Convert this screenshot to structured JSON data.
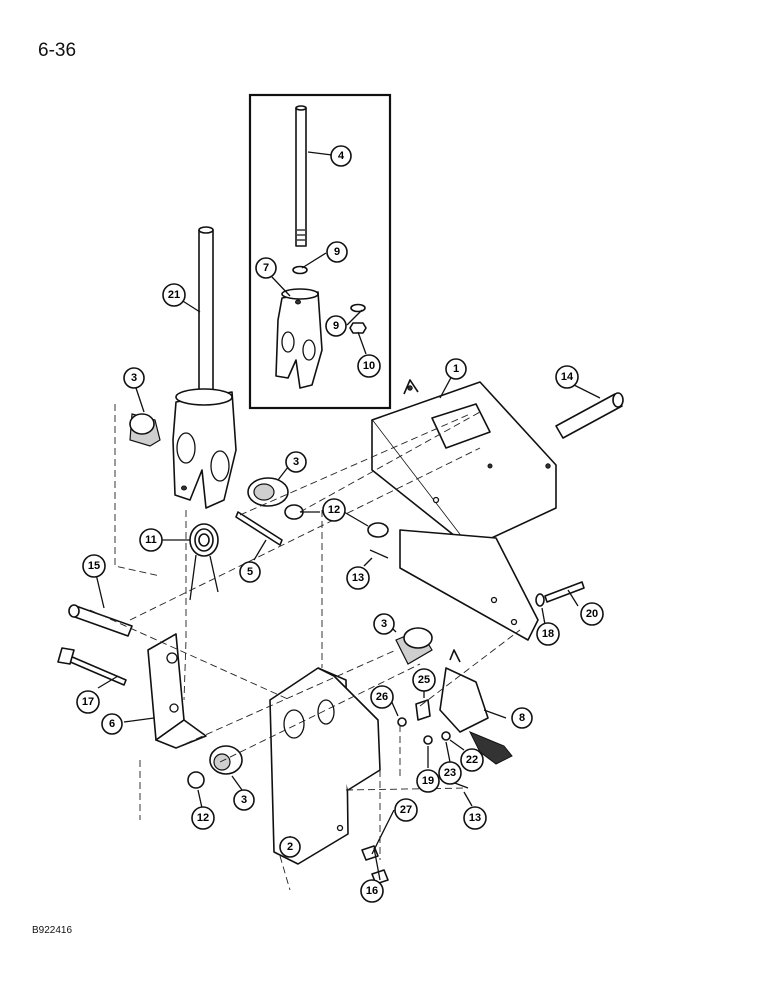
{
  "page_number": "6-36",
  "figure_code": "B922416",
  "callouts": [
    {
      "id": "c4",
      "label": "4"
    },
    {
      "id": "c9a",
      "label": "9"
    },
    {
      "id": "c7",
      "label": "7"
    },
    {
      "id": "c9b",
      "label": "9"
    },
    {
      "id": "c10",
      "label": "10"
    },
    {
      "id": "c21",
      "label": "21"
    },
    {
      "id": "c1",
      "label": "1"
    },
    {
      "id": "c14",
      "label": "14"
    },
    {
      "id": "c3a",
      "label": "3"
    },
    {
      "id": "c3b",
      "label": "3"
    },
    {
      "id": "c12a",
      "label": "12"
    },
    {
      "id": "c11",
      "label": "11"
    },
    {
      "id": "c5",
      "label": "5"
    },
    {
      "id": "c13a",
      "label": "13"
    },
    {
      "id": "c15",
      "label": "15"
    },
    {
      "id": "c20",
      "label": "20"
    },
    {
      "id": "c18",
      "label": "18"
    },
    {
      "id": "c3c",
      "label": "3"
    },
    {
      "id": "c25",
      "label": "25"
    },
    {
      "id": "c26",
      "label": "26"
    },
    {
      "id": "c8",
      "label": "8"
    },
    {
      "id": "c17",
      "label": "17"
    },
    {
      "id": "c6",
      "label": "6"
    },
    {
      "id": "c22",
      "label": "22"
    },
    {
      "id": "c19",
      "label": "19"
    },
    {
      "id": "c23",
      "label": "23"
    },
    {
      "id": "c3d",
      "label": "3"
    },
    {
      "id": "c27",
      "label": "27"
    },
    {
      "id": "c12b",
      "label": "12"
    },
    {
      "id": "c13b",
      "label": "13"
    },
    {
      "id": "c2",
      "label": "2"
    },
    {
      "id": "c16",
      "label": "16"
    }
  ]
}
